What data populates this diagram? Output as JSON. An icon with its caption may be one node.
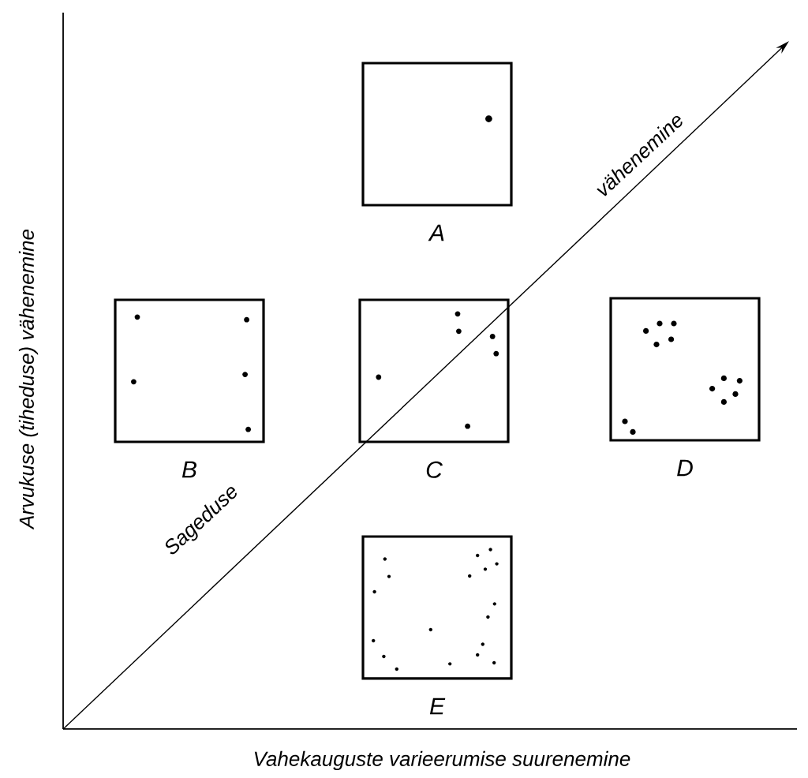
{
  "diagram": {
    "nodes": [
      {
        "text": [],
        "shape": "box",
        "beside": [
          "A"
        ]
      },
      {
        "text": [],
        "shape": "box",
        "beside": [
          "B"
        ]
      },
      {
        "text": [],
        "shape": "box",
        "beside": [
          "C"
        ]
      },
      {
        "text": [],
        "shape": "box",
        "beside": [
          "D"
        ]
      },
      {
        "text": [],
        "shape": "box",
        "beside": [
          "E"
        ]
      }
    ],
    "labels": [
      "Arvukuse (tiheduse) vähenemine",
      "vähenemine",
      "Sageduse",
      "Vahekauguste varieerumise suurenemine"
    ]
  }
}
